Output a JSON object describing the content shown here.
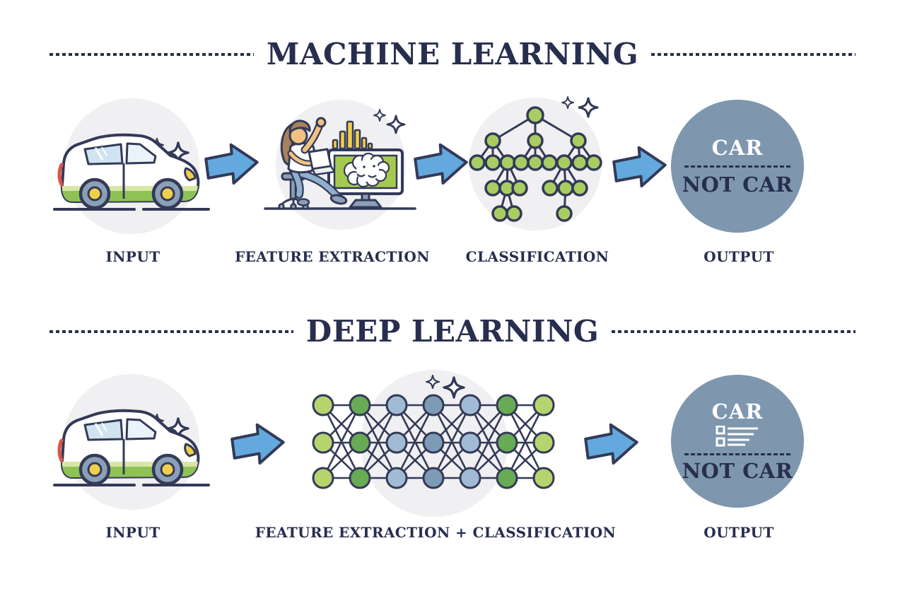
{
  "palette": {
    "navy": "#333a58",
    "text": "#272e4e",
    "arrow_blue": "#64a9dd",
    "circle_gray": "#f0eff1",
    "output_bg": "#7e97ae",
    "light_green": "#b5d46d",
    "mid_green": "#69aa54",
    "tree_green": "#a9cd62",
    "node_light_blue": "#a2bbd5",
    "node_dark_blue": "#7e9bb5",
    "yellow": "#f2cf4a",
    "window_blue": "#cfe4f0",
    "window_light": "#e9f3fa",
    "screen_green": "#a5c94e",
    "skin": "#f0c181",
    "hair": "#a8805a",
    "jeans": "#8fafcd",
    "steel_blue": "#8ba0b6",
    "car_stripe": "#8fc255",
    "car_stripe_light": "#d7e6a4",
    "red": "#dd5347",
    "white": "#ffffff"
  },
  "machine_learning": {
    "title": "MACHINE LEARNING",
    "steps": [
      {
        "label": "INPUT",
        "illustration": "car-icon"
      },
      {
        "label": "FEATURE EXTRACTION",
        "illustration": "analyst-monitor-brain-icon"
      },
      {
        "label": "CLASSIFICATION",
        "illustration": "decision-tree-icon"
      },
      {
        "label": "OUTPUT",
        "illustration": "car-not-car-circle"
      }
    ],
    "output": {
      "positive": "CAR",
      "negative": "NOT CAR"
    }
  },
  "deep_learning": {
    "title": "DEEP LEARNING",
    "steps": [
      {
        "label": "INPUT",
        "illustration": "car-icon"
      },
      {
        "label": "FEATURE EXTRACTION + CLASSIFICATION",
        "illustration": "neural-network-icon"
      },
      {
        "label": "OUTPUT",
        "illustration": "car-not-car-circle"
      }
    ],
    "output": {
      "positive": "CAR",
      "negative": "NOT CAR"
    }
  },
  "icons": {
    "connector": "arrow-right-icon",
    "decoration": "sparkles-icon",
    "dl_output_extra": "result-list-icon"
  }
}
